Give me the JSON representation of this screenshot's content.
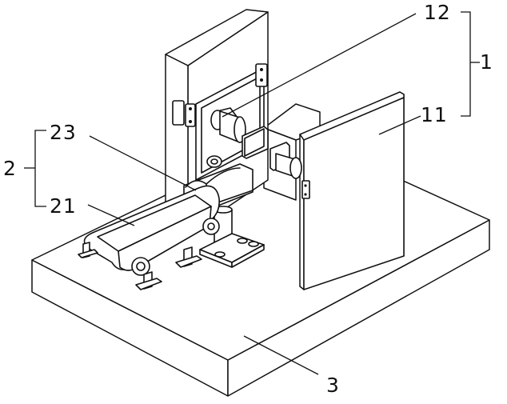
{
  "labels": {
    "n1": "1",
    "n11": "11",
    "n12": "12",
    "n2": "2",
    "n21": "21",
    "n23": "23",
    "n3": "3"
  }
}
